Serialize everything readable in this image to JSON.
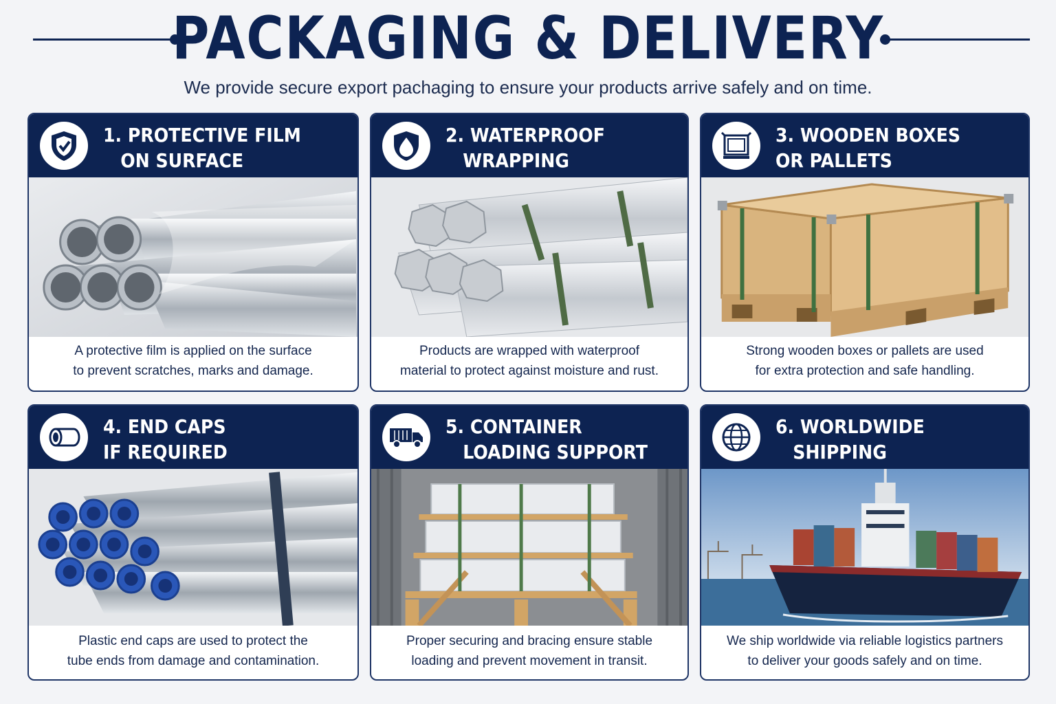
{
  "header": {
    "title": "PACKAGING & DELIVERY",
    "subtitle": "We provide secure export pachaging to ensure your products arrive safely and on time."
  },
  "colors": {
    "navy": "#0d2352",
    "background": "#f3f4f7",
    "card": "#ffffff"
  },
  "cards": [
    {
      "title_line1": "1. PROTECTIVE FILM",
      "title_line2": "ON SURFACE",
      "icon": "shield-icon",
      "desc_line1": "A protective film is applied on the surface",
      "desc_line2": "to prevent scratches, marks and damage."
    },
    {
      "title_line1": "2. WATERPROOF",
      "title_line2": "WRAPPING",
      "icon": "water-drop-shield-icon",
      "desc_line1": "Products are wrapped with waterproof",
      "desc_line2": "material to protect against moisture and rust."
    },
    {
      "title_line1": "3. WOODEN BOXES",
      "title_line2": "OR PALLETS",
      "icon": "crate-icon",
      "desc_line1": "Strong wooden boxes or pallets are used",
      "desc_line2": "for extra protection and safe handling."
    },
    {
      "title_line1": "4. END CAPS",
      "title_line2": "IF REQUIRED",
      "icon": "tube-cap-icon",
      "desc_line1": "Plastic end caps are used to protect the",
      "desc_line2": "tube ends from damage and contamination."
    },
    {
      "title_line1": "5. CONTAINER",
      "title_line2": "LOADING SUPPORT",
      "icon": "truck-icon",
      "desc_line1": "Proper securing and bracing ensure stable",
      "desc_line2": "loading and prevent movement in transit."
    },
    {
      "title_line1": "6. WORLDWIDE",
      "title_line2": "SHIPPING AVAILABLE",
      "icon": "globe-icon",
      "desc_line1": "We ship worldwide via reliable logistics partners",
      "desc_line2": "to deliver your goods safely and on time."
    }
  ]
}
